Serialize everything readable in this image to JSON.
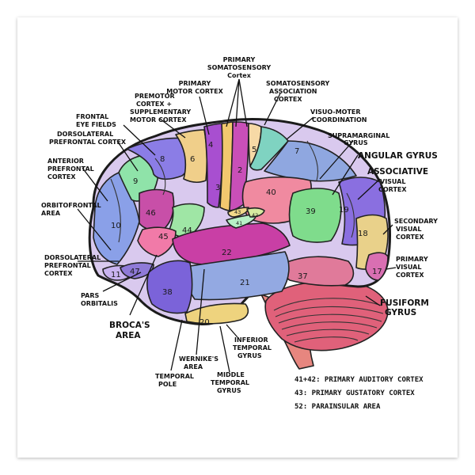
{
  "regions": [
    {
      "id": "1",
      "color": "#f7d9a6"
    },
    {
      "id": "2",
      "color": "#c94fb8"
    },
    {
      "id": "3",
      "color": "#f2c86e"
    },
    {
      "id": "4",
      "color": "#a84fd0"
    },
    {
      "id": "5",
      "color": "#7fd3c1"
    },
    {
      "id": "6",
      "color": "#f0cf8a"
    },
    {
      "id": "7",
      "color": "#8fa7e0"
    },
    {
      "id": "8",
      "color": "#8b7de6"
    },
    {
      "id": "9",
      "color": "#8fe3a9"
    },
    {
      "id": "10",
      "color": "#8aa0e8"
    },
    {
      "id": "11",
      "color": "#c9b3f0"
    },
    {
      "id": "17",
      "color": "#d96fb2"
    },
    {
      "id": "18",
      "color": "#e9d18a"
    },
    {
      "id": "19",
      "color": "#8a6fe0"
    },
    {
      "id": "20",
      "color": "#eed37e"
    },
    {
      "id": "21",
      "color": "#93a9e2"
    },
    {
      "id": "22",
      "color": "#c93fa5"
    },
    {
      "id": "37",
      "color": "#e07a9a"
    },
    {
      "id": "38",
      "color": "#7b63d9"
    },
    {
      "id": "39",
      "color": "#7fdc8c"
    },
    {
      "id": "40",
      "color": "#f08aa0"
    },
    {
      "id": "41",
      "color": "#b7f0c6"
    },
    {
      "id": "42",
      "color": "#d6e9a0"
    },
    {
      "id": "43",
      "color": "#f1d98a"
    },
    {
      "id": "44",
      "color": "#9fe6a5"
    },
    {
      "id": "45",
      "color": "#f17aa8"
    },
    {
      "id": "46",
      "color": "#c84fa8"
    },
    {
      "id": "47",
      "color": "#8f7ad8"
    }
  ],
  "labels": {
    "primary_somatosensory": [
      "PRIMARY",
      "SOMATOSENSORY",
      "Cortex"
    ],
    "primary_motor": [
      "PRIMARY",
      "MOTOR CORTEX"
    ],
    "somatosensory_association": [
      "SOMATOSENSORY",
      "ASSOCIATION",
      "CORTEX"
    ],
    "premotor": [
      "PREMOTOR",
      "CORTEX +",
      "SUPPLEMENTARY",
      "MOTOR CORTEX"
    ],
    "visuo_motor": [
      "VISUO-MOTER",
      "COORDINATION"
    ],
    "frontal_eye_fields": [
      "FRONTAL",
      "EYE FIELDS"
    ],
    "supramarginal": [
      "SUPRAMARGINAL",
      "GYRUS"
    ],
    "dorsolateral_top": [
      "DORSOLATERAL",
      "PREFRONTAL CORTEX"
    ],
    "angular_gyrus": [
      "ANGULAR GYRUS"
    ],
    "anterior_prefrontal": [
      "ANTERIOR",
      "PREFRONTAL",
      "CORTEX"
    ],
    "associative_visual": [
      "ASSOCIATIVE",
      "VISUAL",
      "CORTEX"
    ],
    "orbitofrontal": [
      "ORBITOFRONTAL",
      "AREA"
    ],
    "secondary_visual": [
      "SECONDARY",
      "VISUAL",
      "CORTEX"
    ],
    "dorsolateral_bottom": [
      "DORSOLATERAL",
      "PREFRONTAL",
      "CORTEX"
    ],
    "primary_visual": [
      "PRIMARY",
      "VISUAL",
      "CORTEX"
    ],
    "pars_orbitalis": [
      "PARS",
      "ORBITALIS"
    ],
    "fusiform": [
      "FUSIFORM",
      "GYRUS"
    ],
    "brocas": [
      "BROCA'S",
      "AREA"
    ],
    "inferior_temporal": [
      "INFERIOR",
      "TEMPORAL",
      "GYRUS"
    ],
    "wernickes": [
      "WERNIKE'S",
      "AREA"
    ],
    "temporal_pole": [
      "TEMPORAL",
      "POLE"
    ],
    "middle_temporal": [
      "MIDDLE",
      "TEMPORAL",
      "GYRUS"
    ]
  },
  "legend": [
    "41+42: PRIMARY AUDITORY CORTEX",
    "43: PRIMARY GUSTATORY CORTEX",
    "52: PARAINSULAR AREA"
  ],
  "colors": {
    "cerebellum": "#e0617a",
    "cerebellum_ridge": "#b8404f",
    "brainstem": "#e7867f",
    "outline": "#1b1b1b"
  }
}
